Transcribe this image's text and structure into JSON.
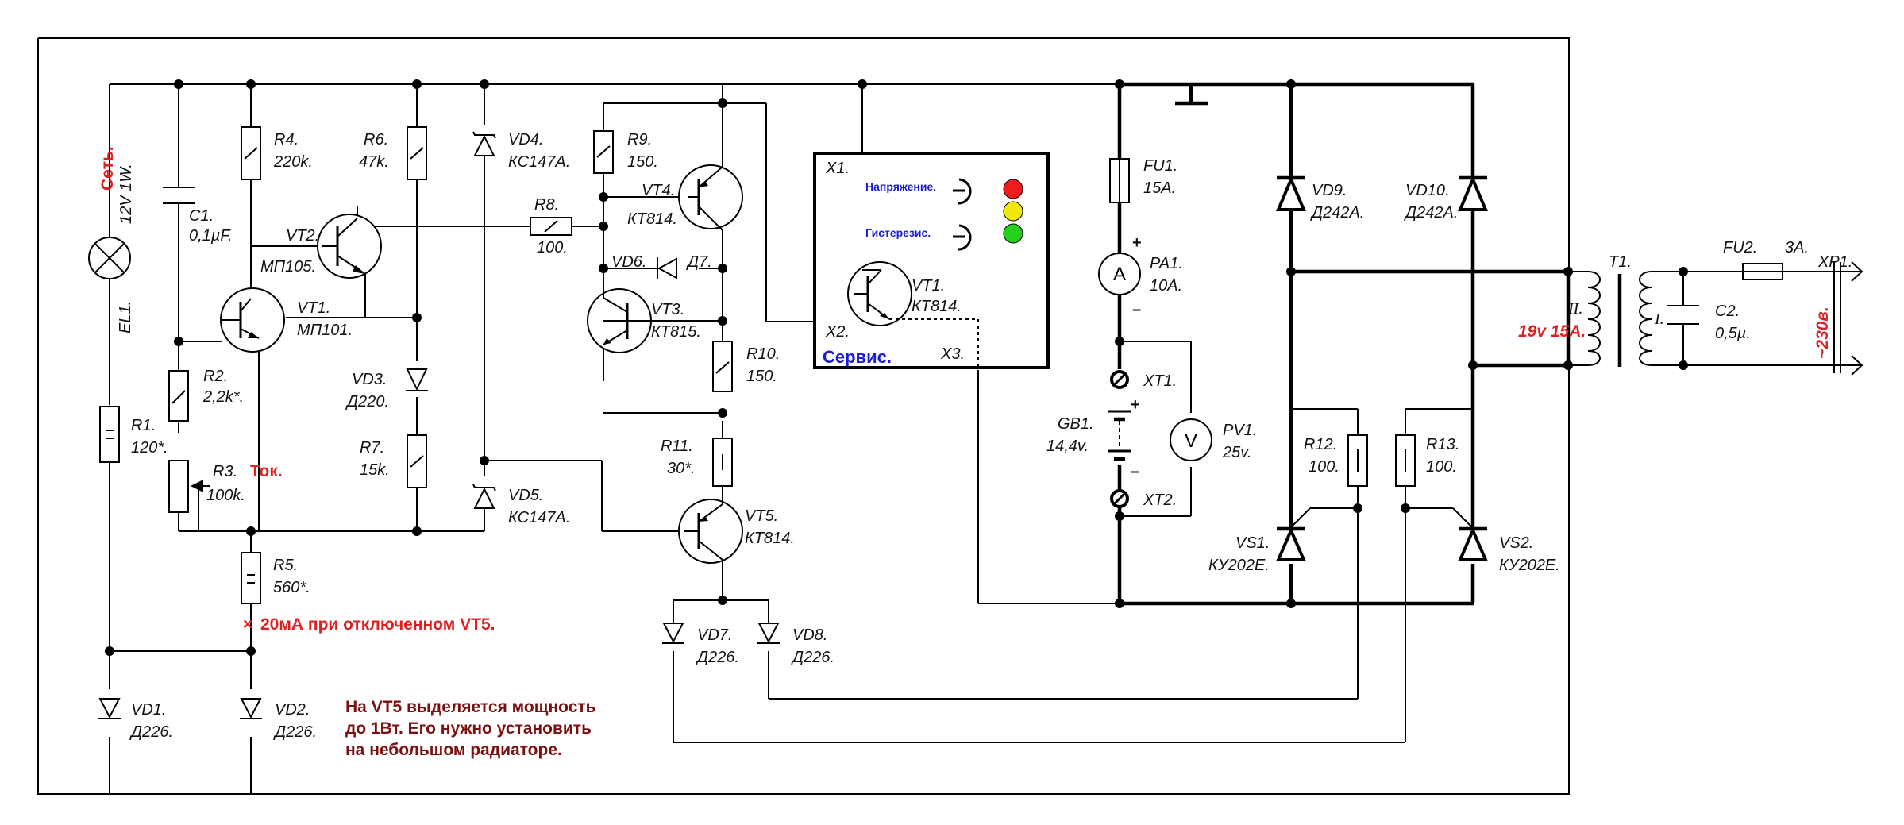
{
  "frame": {},
  "lamp": {
    "ref": "EL1.",
    "value": "12V 1W.",
    "caption": "Сеть."
  },
  "resistors": {
    "R1": {
      "ref": "R1.",
      "value": "120*."
    },
    "R2": {
      "ref": "R2.",
      "value": "2,2k*."
    },
    "R3": {
      "ref": "R3.",
      "value": "100k.",
      "caption": "Ток."
    },
    "R4": {
      "ref": "R4.",
      "value": "220k."
    },
    "R5": {
      "ref": "R5.",
      "value": "560*."
    },
    "R6": {
      "ref": "R6.",
      "value": "47k."
    },
    "R7": {
      "ref": "R7.",
      "value": "15k."
    },
    "R8": {
      "ref": "R8.",
      "value": "100."
    },
    "R9": {
      "ref": "R9.",
      "value": "150."
    },
    "R10": {
      "ref": "R10.",
      "value": "150."
    },
    "R11": {
      "ref": "R11.",
      "value": "30*."
    },
    "R12": {
      "ref": "R12.",
      "value": "100."
    },
    "R13": {
      "ref": "R13.",
      "value": "100."
    }
  },
  "capacitors": {
    "C1": {
      "ref": "C1.",
      "value": "0,1µF."
    },
    "C2": {
      "ref": "C2.",
      "value": "0,5µ."
    }
  },
  "transistors": {
    "VT1": {
      "ref": "VT1.",
      "value": "МП101."
    },
    "VT2": {
      "ref": "VT2.",
      "value": "МП105."
    },
    "VT3": {
      "ref": "VT3.",
      "value": "КТ815."
    },
    "VT4": {
      "ref": "VT4.",
      "value": "КТ814."
    },
    "VT5": {
      "ref": "VT5.",
      "value": "КТ814."
    },
    "VT1s": {
      "ref": "VT1.",
      "value": "КТ814."
    }
  },
  "diodes": {
    "VD1": {
      "ref": "VD1.",
      "value": "Д226."
    },
    "VD2": {
      "ref": "VD2.",
      "value": "Д226."
    },
    "VD3": {
      "ref": "VD3.",
      "value": "Д220."
    },
    "VD4": {
      "ref": "VD4.",
      "value": "КС147А."
    },
    "VD5": {
      "ref": "VD5.",
      "value": "КС147А."
    },
    "VD6": {
      "ref": "VD6.",
      "value": "Д7."
    },
    "VD7": {
      "ref": "VD7.",
      "value": "Д226."
    },
    "VD8": {
      "ref": "VD8.",
      "value": "Д226."
    },
    "VD9": {
      "ref": "VD9.",
      "value": "Д242А."
    },
    "VD10": {
      "ref": "VD10.",
      "value": "Д242А."
    },
    "VS1": {
      "ref": "VS1.",
      "value": "КУ202Е."
    },
    "VS2": {
      "ref": "VS2.",
      "value": "КУ202Е."
    }
  },
  "fuses": {
    "FU1": {
      "ref": "FU1.",
      "value": "15А."
    },
    "FU2": {
      "ref": "FU2.",
      "value": "3А."
    }
  },
  "meters": {
    "PA1": {
      "ref": "PA1.",
      "value": "10А.",
      "symbol": "A"
    },
    "PV1": {
      "ref": "PV1.",
      "value": "25v.",
      "symbol": "V"
    }
  },
  "battery": {
    "ref": "GB1.",
    "value": "14,4v.",
    "plus": "+",
    "minus": "–"
  },
  "terminals": {
    "XT1": "XT1.",
    "XT2": "XT2."
  },
  "transformer": {
    "ref": "T1.",
    "secondary": "II.",
    "primary": "I.",
    "rating": "19v 15А."
  },
  "plug": {
    "ref": "XP1.",
    "voltage": "~230в."
  },
  "service_box": {
    "x1": "Х1.",
    "x2": "Х2.",
    "x3": "Х3.",
    "title": "Сервис.",
    "voltage_label": "Напряжение.",
    "hysteresis_label": "Гистерезис.",
    "led_colors": [
      "#ee1c1c",
      "#f2e70c",
      "#23d11b"
    ]
  },
  "notes": {
    "current_note_mark": "×",
    "current_note": "20мА при отключенном VT5.",
    "vt5_note": [
      "На VT5 выделяется  мощность",
      "до 1Вт. Его нужно установить",
      "на небольшом радиаторе."
    ]
  },
  "pa_signs": {
    "plus": "+",
    "minus": "–"
  }
}
